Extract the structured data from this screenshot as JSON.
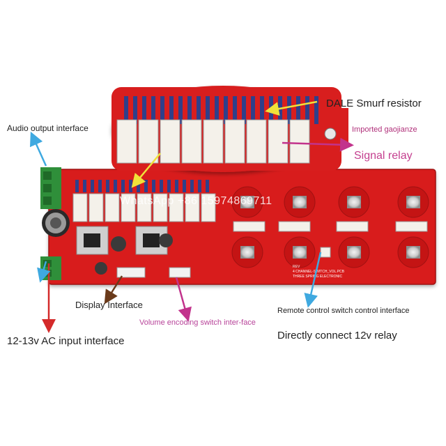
{
  "labels": {
    "audio_output": "Audio output interface",
    "dale": "DALE Smurf resistor",
    "imported": "Imported gaojianze",
    "signal_relay": "Signal relay",
    "display": "Display Interface",
    "volume": "Volume encoding switch inter-face",
    "ac_input": "12-13v AC input interface",
    "remote": "Remote control switch control interface",
    "direct": "Directly connect 12v relay"
  },
  "watermark": "WhatsApp +86 15974869711",
  "board_text": {
    "name": "4 CHANNEL-SWITCH_VOL.PCB",
    "maker": "THREE SPRING ELECTRONIC",
    "rev": "REV"
  },
  "colors": {
    "pcb": "#d81e1e",
    "relay": "#f4f1ea",
    "resistor": "#2f3f8a",
    "terminal": "#2f8f3a",
    "arrow_blue": "#3fa9e0",
    "arrow_red": "#d42a2a",
    "arrow_mag": "#c2338c",
    "arrow_yellow": "#f0e23a",
    "arrow_brown": "#6a3a1a"
  }
}
